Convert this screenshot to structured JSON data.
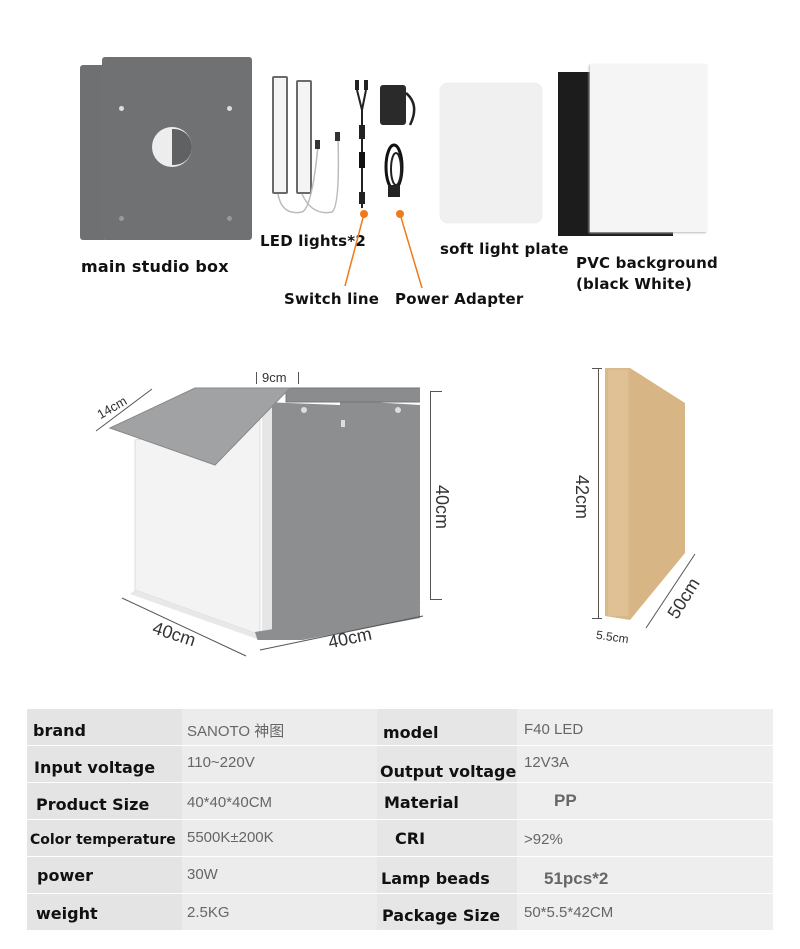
{
  "components": {
    "main_box": "main studio box",
    "led_lights": "LED lights*2",
    "switch_line": "Switch line",
    "power_adapter": "Power Adapter",
    "soft_light_plate": "soft light plate",
    "pvc_background_line1": "PVC background",
    "pvc_background_line2": "(black White)"
  },
  "dimensions": {
    "flap_depth": "14cm",
    "top_gap": "9cm",
    "box_height": "40cm",
    "box_depth": "40cm",
    "box_width": "40cm",
    "package_height": "42cm",
    "package_length": "50cm",
    "package_thickness": "5.5cm"
  },
  "colors": {
    "accent_pointer": "#f07a1a",
    "box_gray": "#8a8c8e",
    "cardboard": "#d9b88a"
  },
  "specs": [
    {
      "k1": "brand",
      "v1": "SANOTO 神图",
      "k2": "model",
      "v2": "F40 LED"
    },
    {
      "k1": "Input voltage",
      "v1": "110~220V",
      "k2": "Output voltage",
      "v2": "12V3A"
    },
    {
      "k1": "Product Size",
      "v1": "40*40*40CM",
      "k2": "Material",
      "v2": "PP"
    },
    {
      "k1": "Color temperature",
      "v1": "5500K±200K",
      "k2": "CRI",
      "v2": ">92%"
    },
    {
      "k1": "power",
      "v1": "30W",
      "k2": "Lamp beads",
      "v2": "51pcs*2"
    },
    {
      "k1": "weight",
      "v1": "2.5KG",
      "k2": "Package Size",
      "v2": "50*5.5*42CM"
    }
  ]
}
